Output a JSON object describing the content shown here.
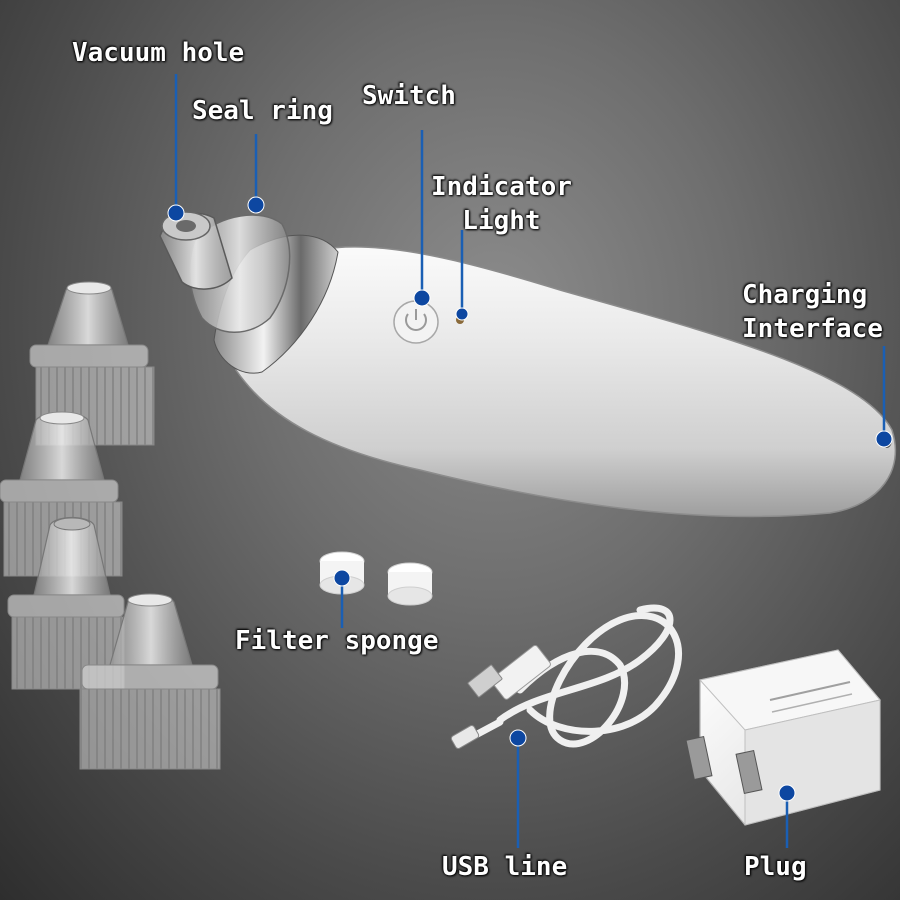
{
  "labels": {
    "vacuum_hole": "Vacuum hole",
    "seal_ring": "Seal ring",
    "switch": "Switch",
    "indicator_light": "Indicator\nLight",
    "charging_interface": "Charging\nInterface",
    "filter_sponge": "Filter sponge",
    "usb_line": "USB line",
    "plug": "Plug"
  },
  "colors": {
    "leader_line": "#1a5fb4",
    "leader_dot": "#0d47a1",
    "label_text": "#ffffff"
  }
}
